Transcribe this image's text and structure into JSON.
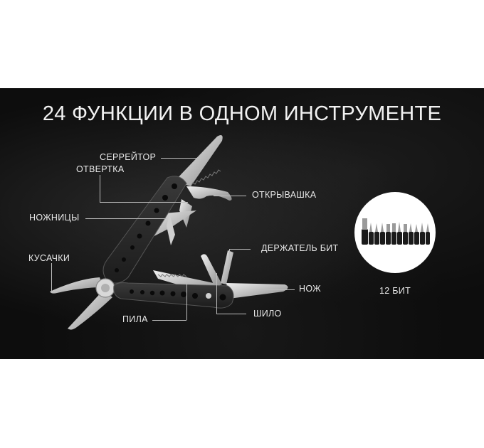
{
  "banner": {
    "title": "24 ФУНКЦИИ В ОДНОМ ИНСТРУМЕНТЕ",
    "background_color": "#0d0d0d",
    "text_color": "#f2f2f2"
  },
  "callouts": [
    {
      "id": "serrator",
      "label": "СЕРРЕЙТОР"
    },
    {
      "id": "screwdriver",
      "label": "ОТВЕРТКА"
    },
    {
      "id": "bottle-opener",
      "label": "ОТКРЫВАШКА"
    },
    {
      "id": "scissors",
      "label": "НОЖНИЦЫ"
    },
    {
      "id": "bit-holder",
      "label": "ДЕРЖАТЕЛЬ БИТ"
    },
    {
      "id": "wire-cutters",
      "label": "КУСАЧКИ"
    },
    {
      "id": "knife",
      "label": "НОЖ"
    },
    {
      "id": "saw",
      "label": "ПИЛА"
    },
    {
      "id": "awl",
      "label": "ШИЛО"
    }
  ],
  "bits": {
    "label": "12 БИТ",
    "count": 12
  }
}
